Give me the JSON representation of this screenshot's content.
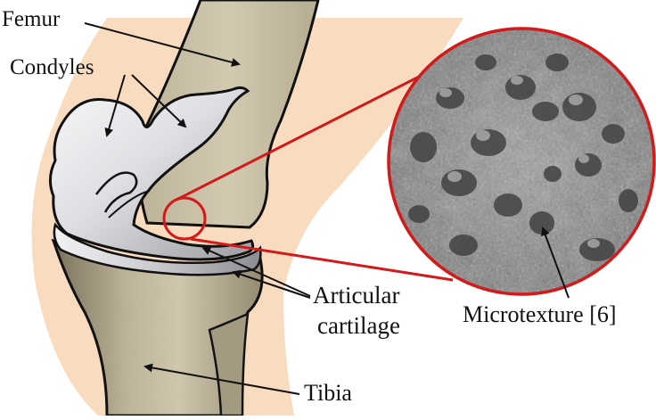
{
  "labels": {
    "femur": "Femur",
    "condyles": "Condyles",
    "articular_line1": "Articular",
    "articular_line2": "cartilage",
    "microtexture": "Microtexture [6]",
    "tibia": "Tibia"
  },
  "colors": {
    "skin": "#f9dcc0",
    "bone": "#cdc3a9",
    "bone_dark": "#6e6650",
    "cartilage_light": "#f4f4f6",
    "cartilage_dark": "#9e9fa4",
    "magnifier_ring": "#d31a1a",
    "outline": "#111111"
  },
  "icons": {
    "zoom_connector": "magnifier-callout"
  }
}
